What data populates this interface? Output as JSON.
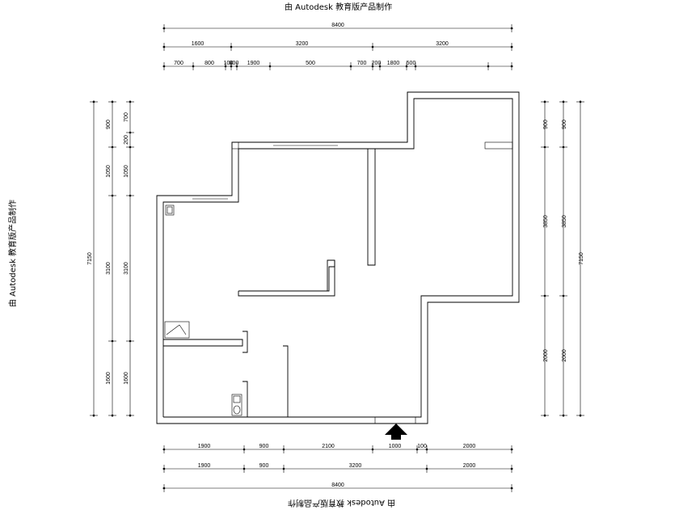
{
  "watermark": "由 Autodesk 教育版产品制作",
  "top_dims": {
    "total": "8400",
    "row2": [
      "1600",
      "3200",
      "3200"
    ],
    "row3": [
      "700",
      "800",
      "100",
      "800",
      "1900",
      "500",
      "700",
      "200",
      "1800",
      "500"
    ]
  },
  "bottom_dims": {
    "row1": [
      "1900",
      "900",
      "2100",
      "1000",
      "100",
      "2000"
    ],
    "row2": [
      "1900",
      "900",
      "3200",
      "2000"
    ],
    "total": "8400"
  },
  "left_dims": {
    "total": "7150",
    "col2": [
      "900",
      "1050",
      "3100",
      "1600"
    ],
    "col3": [
      "700",
      "200",
      "1050",
      "3100",
      "1600"
    ]
  },
  "right_dims": {
    "col1": [
      "900",
      "3850",
      "2000"
    ],
    "col2": [
      "900",
      "3850",
      "2000"
    ],
    "total": "7150"
  },
  "icons": {
    "entrance": "entrance-arrow-icon",
    "fixture_a": "sink-icon",
    "fixture_b": "washbasin-icon",
    "fixture_c": "toilet-icon"
  }
}
